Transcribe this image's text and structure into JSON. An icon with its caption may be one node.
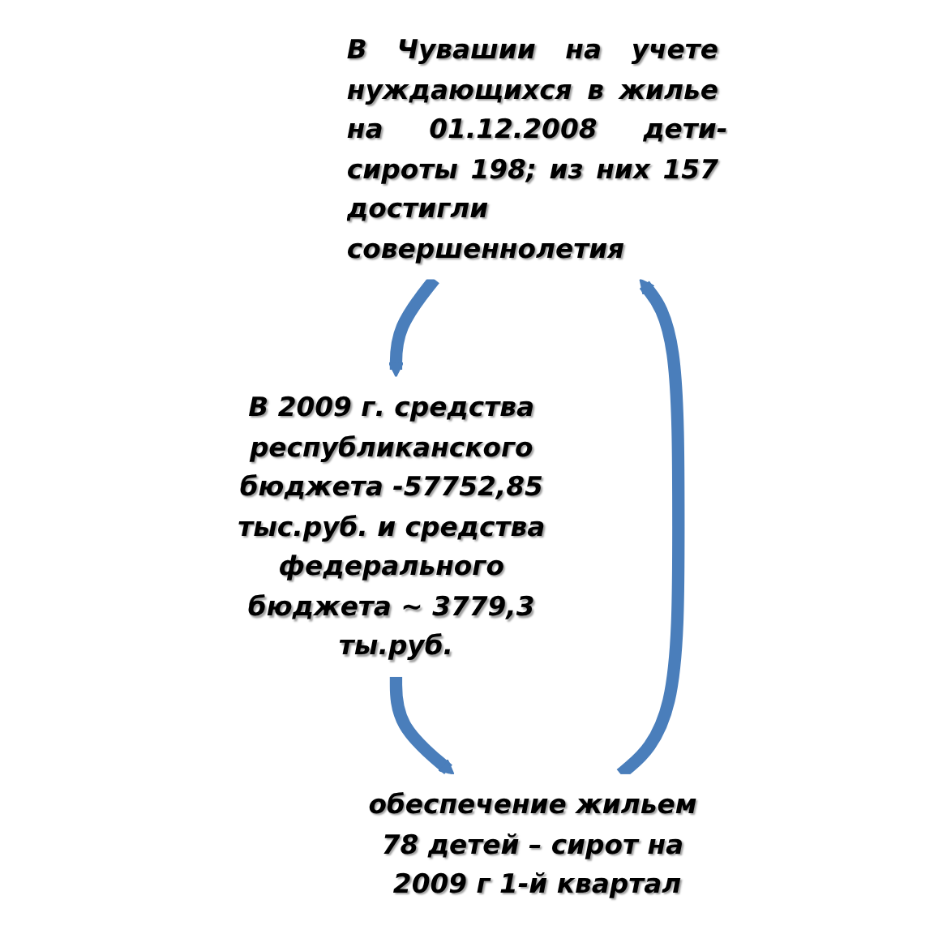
{
  "diagram": {
    "nodes": [
      {
        "text": [
          "В Чувашии на учете нуждающихся в жилье на 01.12.2008 дети-сироты 198; из них 157 достигли совершеннолетия"
        ]
      },
      {
        "text": [
          "В 2009 г. средства республиканского бюджета -57752,85 тыс.руб. и средства федерального бюджета ~ 3779,3 ты.руб."
        ]
      },
      {
        "text": [
          "обеспечение жильем 78 детей – сирот на 2009 г 1-й квартал"
        ]
      }
    ],
    "edges": [
      {
        "from": 0,
        "to": 1,
        "arrow": "to"
      },
      {
        "from": 1,
        "to": 2,
        "arrow": "to"
      },
      {
        "from": 2,
        "to": 0,
        "arrow": "to"
      }
    ]
  }
}
